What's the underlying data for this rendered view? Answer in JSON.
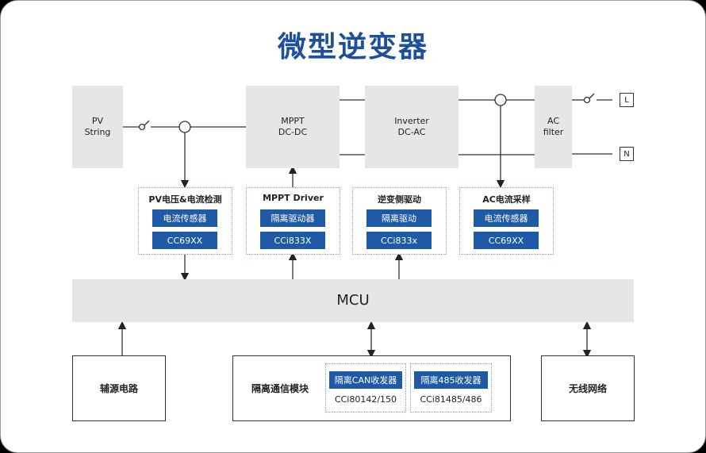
{
  "title": "微型逆变器",
  "power_stage": {
    "pv_string": "PV\nString",
    "mppt": "MPPT\nDC-DC",
    "inverter": "Inverter\nDC-AC",
    "ac_filter": "AC\nfilter",
    "terminal_l": "L",
    "terminal_n": "N"
  },
  "modules": [
    {
      "title": "PV电压&电流检测",
      "function": "电流传感器",
      "part": "CC69XX"
    },
    {
      "title": "MPPT Driver",
      "function": "隔离驱动器",
      "part": "CCi833X"
    },
    {
      "title": "逆变侧驱动",
      "function": "隔离驱动",
      "part": "CCi833x"
    },
    {
      "title": "AC电流采样",
      "function": "电流传感器",
      "part": "CC69XX"
    }
  ],
  "mcu": "MCU",
  "bottom": {
    "aux_power": "辅源电路",
    "comm_module": "隔离通信模块",
    "can": {
      "function": "隔离CAN收发器",
      "part": "CCi80142/150"
    },
    "rs485": {
      "function": "隔离485收发器",
      "part": "CCi81485/486"
    },
    "wireless": "无线网络"
  },
  "colors": {
    "title": "#1d4f9c",
    "chip": "#1f5aa6",
    "block": "#e6e6e6"
  }
}
